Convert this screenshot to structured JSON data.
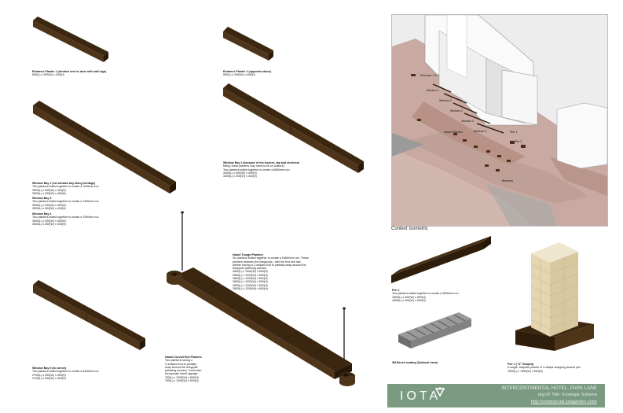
{
  "notes": {
    "entrance1": {
      "title": "Entrance Planter 1 (window next to door with wall sign)",
      "lines": [
        "850(L) x 300(W) x 400(H)"
      ]
    },
    "entrance2": {
      "title": "Entrance Planter 2 (opposite above)",
      "lines": [
        "850(L) x 300(W) x 400(H)"
      ]
    },
    "bay1": {
      "title": "Window Bay 1 (1st window bay along frontage)",
      "lines": [
        "Two planters bolted together to create a 7000mm run",
        "3500(L) x 300(W) x 400(H)",
        "3500(L) x 300(W) x 400(H)"
      ]
    },
    "bay2": {
      "title": "Window Bay 2 (because of the louvres, tap and electrical",
      "lines": [
        "fitting, these planters may need to be on castors)",
        "Two planters bolted together to create a 6800mm run",
        "3400(L) x 300(W) x 400(H)",
        "3400(L) x 300(W) x 400(H)"
      ]
    },
    "bay3": {
      "title": "Window Bay 3",
      "lines": [
        "Two planters bolted together to create a 7000mm run",
        "3500(L) x 300(W) x 400(H)",
        "3500(L) x 300(W) x 400(H)"
      ]
    },
    "bay4": {
      "title": "Window Bay 4",
      "lines": [
        "Two planters bolted together to create a 7000mm run",
        "3500(L) x 300(W) x 400(H)",
        "3500(L) x 300(W) x 400(H)"
      ]
    },
    "bay5": {
      "title": "Window Bay 5 (to corner)",
      "lines": [
        "Two planters bolted together to create a 5400mm run",
        "2700(L) x 300(W) x 400(H)",
        "2700(L) x 300(W) x 400(H)"
      ]
    },
    "island_trough": {
      "title": "Island Trough Planters",
      "lines": [
        "Six planters bolted together to create a 16800mm run. These",
        "planters between the lampposts , with the first and last",
        "planter having a C-shaped end to partially wrap around the",
        "lamppost (allowing access)",
        "2800(L) x 1200(W) x 500(H)",
        "2800(L) x 1200(W) x 500(H)",
        "2800(L) x 1200(W) x 500(H)",
        "2800(L) x 1200(W) x 500(H)",
        "2800(L) x 1200(W) x 500(H)",
        "2800(L) x 1200(W) x 500(H)"
      ]
    },
    "island_curved": {
      "title": "Island Curved End Planters",
      "lines": [
        "Two planters having a",
        "C-shaped end to partially",
        "wrap around the lamppost",
        "(allowing access). Could also",
        "incorporate street signage",
        "750(L) x 1200(W) x 500(H)",
        "750(L) x 1200(W) x 500(H)"
      ]
    },
    "pier1": {
      "title": "Pier 1",
      "lines": [
        "Two planters bolted together to create a 3600mm run",
        "1800(L) x 400(W) x 500(H)",
        "1800(L) x 400(W) x 500(H)"
      ]
    },
    "bench": {
      "title": "3M Bench seating (Optional extra)",
      "lines": []
    },
    "pier2": {
      "title": "Pier 2 (\"U\" Shaped)",
      "lines": [
        "A single, bespoke planter in U-shape wrapping around pier",
        "2000(L) x 1450(W) x 500(H)"
      ]
    }
  },
  "context": {
    "caption": "Context Isometric",
    "labels": {
      "entrance": "Entrance 1 & 2",
      "w1": "Window 1",
      "w2": "Window 2",
      "w3": "Window 3",
      "w4": "Window 4",
      "w5": "Window 5",
      "island": "Island Planters",
      "pier1": "Pier 1",
      "pier2": "Pier 2",
      "benches": "Benches"
    }
  },
  "title_block": {
    "logo": "IOTA",
    "project": "INTERCONTINENTAL HOTEL, PARK LANE",
    "drawing": "drg:02 Title: Frontage Scheme",
    "url": "http://commercial.iotagarden.com/"
  },
  "colors": {
    "planter_top": "#3b2710",
    "planter_side": "#4e3418",
    "planter_end": "#281808",
    "title_bg": "#7a9a82",
    "pavement": "#c9aaa2"
  }
}
